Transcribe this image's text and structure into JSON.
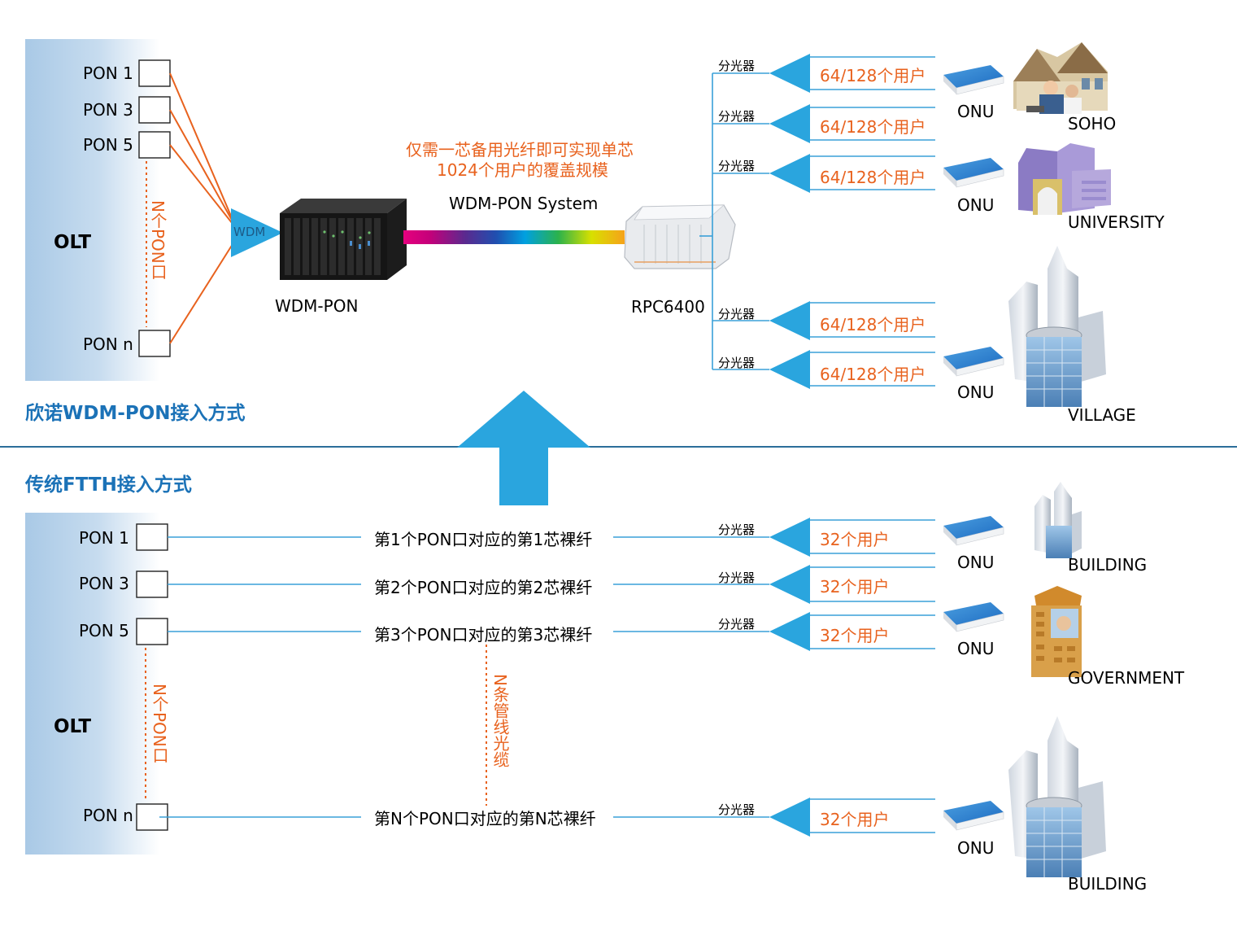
{
  "top": {
    "section_title": "欣诺WDM-PON接入方式",
    "olt_label": "OLT",
    "ports": [
      "PON 1",
      "PON 3",
      "PON 5",
      "PON n"
    ],
    "n_ports_vertical": "N个PON口",
    "wdm_label": "WDM",
    "wdm_pon_label": "WDM-PON",
    "highlight_line1": "仅需一芯备用光纤即可实现单芯",
    "highlight_line2": "1024个用户的覆盖规模",
    "system_label": "WDM-PON System",
    "rpc_label": "RPC6400",
    "splitter_label": "分光器",
    "users_label": "64/128个用户",
    "onu_label": "ONU",
    "sites": [
      "SOHO",
      "UNIVERSITY",
      "VILLAGE"
    ]
  },
  "bottom": {
    "section_title": "传统FTTH接入方式",
    "olt_label": "OLT",
    "ports": [
      "PON 1",
      "PON 3",
      "PON 5",
      "PON n"
    ],
    "n_ports_vertical": "N个PON口",
    "fiber_labels": [
      "第1个PON口对应的第1芯裸纤",
      "第2个PON口对应的第2芯裸纤",
      "第3个PON口对应的第3芯裸纤",
      "第N个PON口对应的第N芯裸纤"
    ],
    "n_cables_vertical": "N条管线光缆",
    "splitter_label": "分光器",
    "users_label": "32个用户",
    "onu_label": "ONU",
    "sites": [
      "BUILDING",
      "GOVERNMENT",
      "BUILDING"
    ]
  },
  "colors": {
    "accent_blue": "#2aa5de",
    "line_blue": "#3aa0d8",
    "orange": "#e8621e",
    "title_blue": "#1b72b7",
    "divider": "#2b6e9a"
  }
}
